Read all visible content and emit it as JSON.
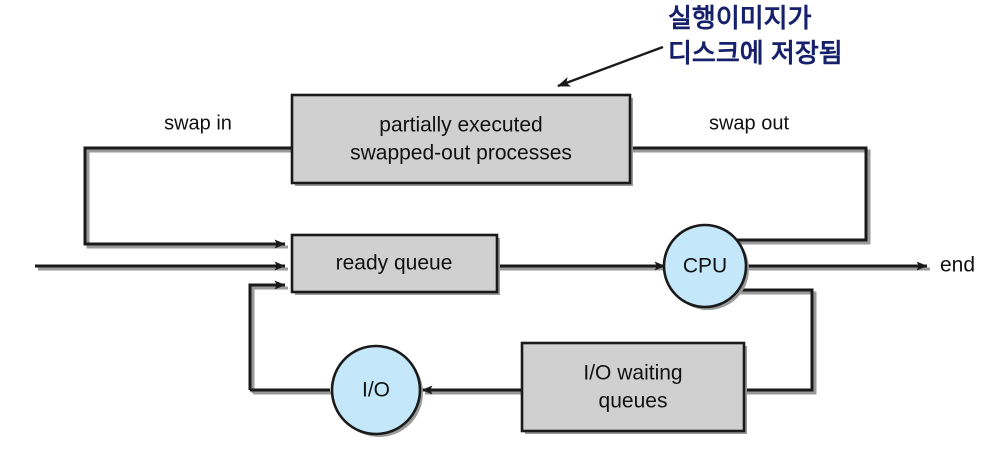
{
  "diagram": {
    "title": "Process scheduling queueing diagram with medium-term scheduler",
    "colors": {
      "box_fill": "#d0d0d0",
      "circle_fill": "#c5e7fa",
      "stroke": "#1a1a1a",
      "annotation_text": "#17216b",
      "background": "#ffffff"
    },
    "nodes": [
      {
        "id": "swapped",
        "shape": "rect",
        "label_line1": "partially executed",
        "label_line2": "swapped-out processes"
      },
      {
        "id": "ready-queue",
        "shape": "rect",
        "label_line1": "ready queue",
        "label_line2": ""
      },
      {
        "id": "cpu",
        "shape": "circle",
        "label_line1": "CPU",
        "label_line2": ""
      },
      {
        "id": "io",
        "shape": "circle",
        "label_line1": "I/O",
        "label_line2": ""
      },
      {
        "id": "io-waiting-queues",
        "shape": "rect",
        "label_line1": "I/O waiting",
        "label_line2": "queues"
      }
    ],
    "edge_labels": {
      "swap_in": "swap in",
      "swap_out": "swap out",
      "end": "end"
    },
    "annotation": {
      "line1": "실행이미지가",
      "line2": "디스크에 저장됨"
    }
  }
}
